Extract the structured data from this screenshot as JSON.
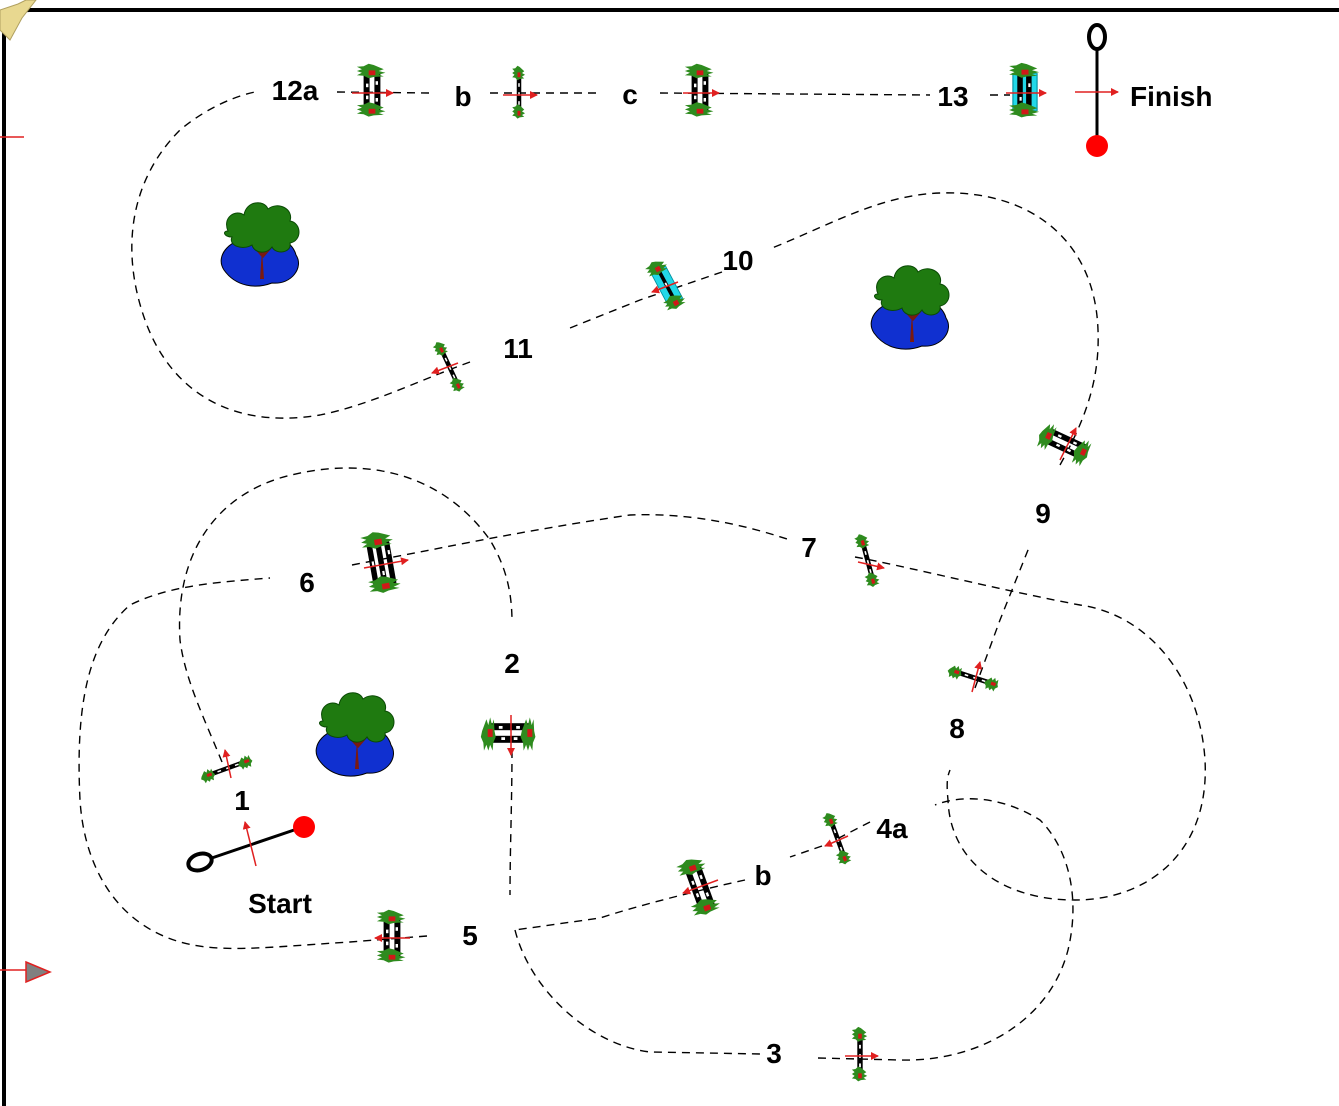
{
  "course": {
    "labels": {
      "start": "Start",
      "finish": "Finish",
      "j1": "1",
      "j2": "2",
      "j3": "3",
      "j4a": "4a",
      "j4b": "b",
      "j5": "5",
      "j6": "6",
      "j7": "7",
      "j8": "8",
      "j9": "9",
      "j10": "10",
      "j11": "11",
      "j12a": "12a",
      "j12b": "b",
      "j12c": "c",
      "j13": "13"
    },
    "colors": {
      "arena_border": "#000000",
      "route": "#000000",
      "direction_arrow": "#e02020",
      "flag": "#e02020",
      "shrub": "#2e8b1e",
      "water": "#22d8e8",
      "pond": "#1030d0",
      "tree_crown": "#1f7a10",
      "trunk": "#7a1a10",
      "start_finish_dot": "#ff0000",
      "corner_marker": "#e8d890"
    },
    "icons": [
      "tree-pond-icon",
      "jump-icon",
      "water-jump-icon",
      "start-line-icon",
      "finish-line-icon"
    ]
  }
}
